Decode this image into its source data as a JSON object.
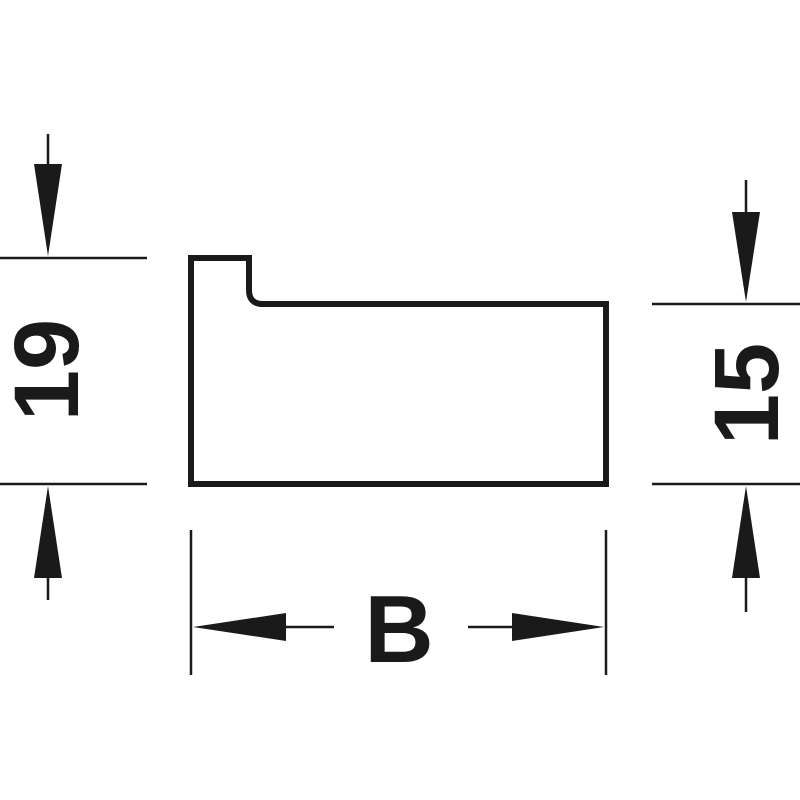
{
  "drawing": {
    "dimensions": {
      "height_left": "19",
      "height_right": "15",
      "width": "B"
    }
  }
}
